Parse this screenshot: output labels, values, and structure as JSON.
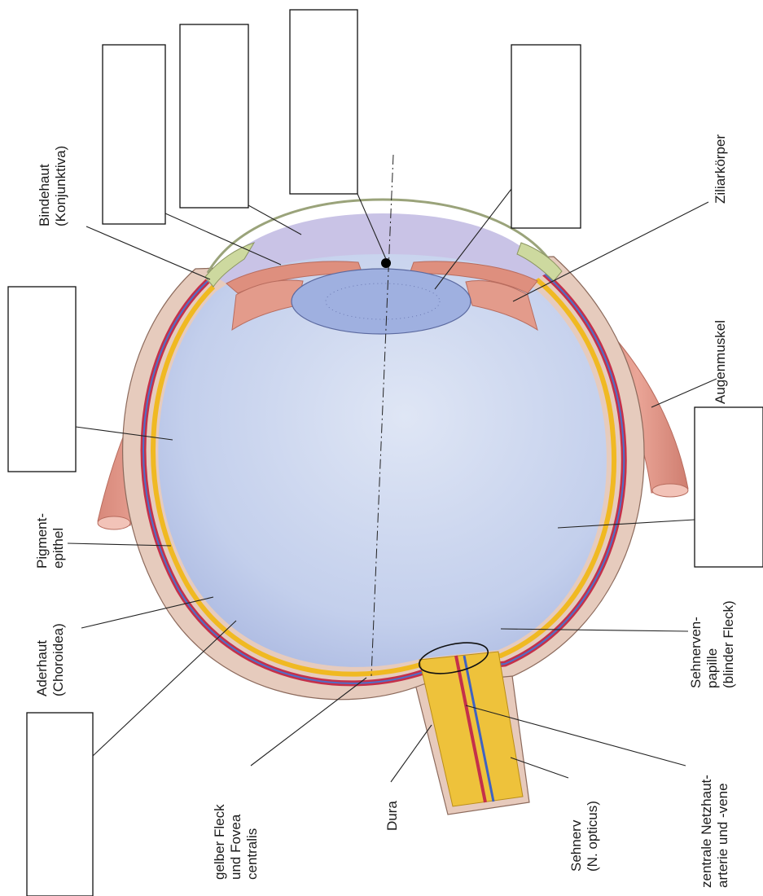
{
  "labels": {
    "bindehaut": [
      "Bindehaut",
      "(Konjunktiva)"
    ],
    "ziliarkoerper": [
      "Ziliarkörper"
    ],
    "augenmuskel": [
      "Augenmuskel"
    ],
    "pigmentepithel": [
      "Pigment-",
      "epithel"
    ],
    "aderhaut": [
      "Aderhaut",
      "(Choroidea)"
    ],
    "papille": [
      "Sehnerven-",
      "papille",
      "(blinder Fleck)"
    ],
    "gelber_fleck": [
      "gelber Fleck",
      "und Fovea",
      "centralis"
    ],
    "dura": [
      "Dura"
    ],
    "sehnerv": [
      "Sehnerv",
      "(N. opticus)"
    ],
    "netzhautgefaesse": [
      "zentrale Netzhaut-",
      "arterie und -vene"
    ]
  },
  "blank_boxes": [
    "",
    "",
    "",
    "",
    "",
    "",
    "",
    ""
  ]
}
